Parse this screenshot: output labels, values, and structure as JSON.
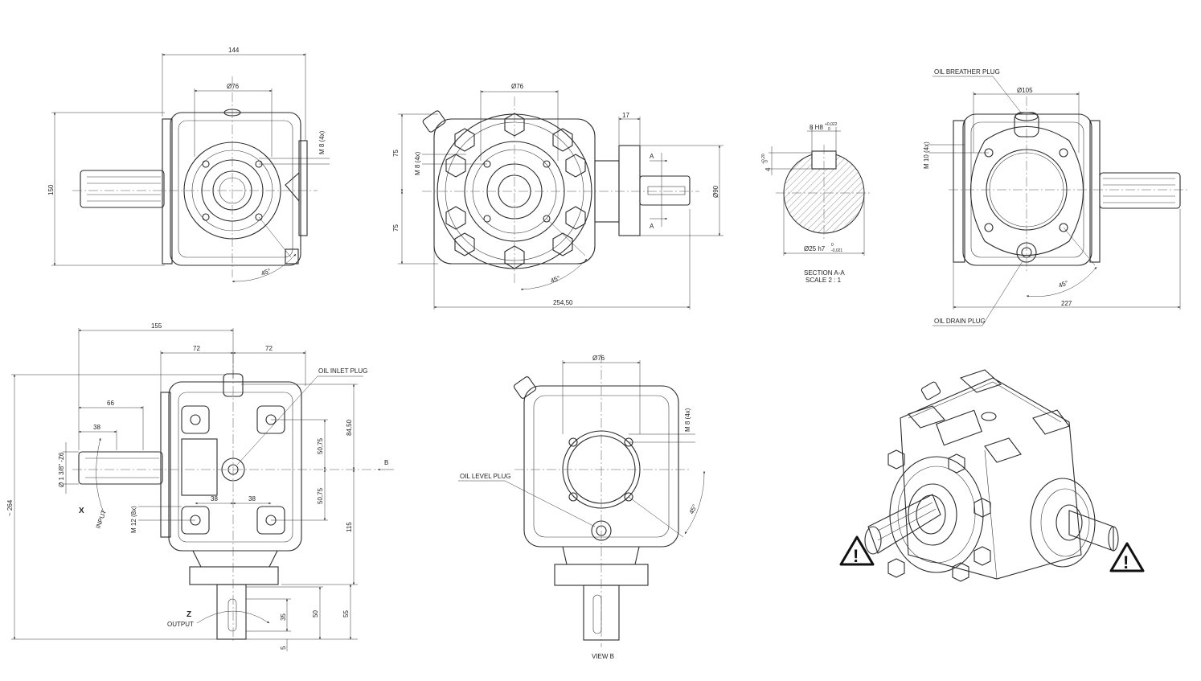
{
  "dimensions": {
    "front_width": "144",
    "front_bore": "Ø76",
    "front_height": "150",
    "front_thread": "M 8 (4x)",
    "front_angle": "45°",
    "side_bore": "Ø76",
    "side_thread": "M 8 (4x)",
    "side_upper": "75",
    "side_lower": "75",
    "side_shaft_len": "17",
    "side_flange_dia": "Ø90",
    "side_angle": "45°",
    "side_total": "254,50",
    "section_mark": "A",
    "key_width": "8 H8",
    "key_width_tol_upper": "+0,022",
    "key_width_tol_lower": "0",
    "key_depth": "4",
    "key_depth_tol_upper": "+0,20",
    "key_depth_tol_lower": "0",
    "shaft_dia": "Ø25 h7",
    "shaft_tol_upper": "0",
    "shaft_tol_lower": "-0,021",
    "rear_bore": "Ø105",
    "rear_thread": "M 10 (4x)",
    "rear_angle": "45°",
    "rear_total": "227",
    "top_155": "155",
    "top_72a": "72",
    "top_72b": "72",
    "top_66": "66",
    "top_38": "38",
    "top_spline": "Ø 1 3/8\" -Z6",
    "top_38a": "38",
    "top_38b": "38",
    "top_thread": "M 12 (8x)",
    "top_5075a": "50,75",
    "top_5075b": "50,75",
    "top_8450": "84,50",
    "top_115": "115",
    "top_264": "~ 264",
    "top_55": "55",
    "top_50": "50",
    "top_35": "35",
    "top_5": "5",
    "viewb_bore": "Ø76",
    "viewb_thread": "M 8 (4x)",
    "viewb_angle": "45°"
  },
  "labels": {
    "oil_breather_plug": "OIL BREATHER PLUG",
    "oil_drain_plug": "OIL DRAIN PLUG",
    "oil_inlet_plug": "OIL INLET PLUG",
    "oil_level_plug": "OIL LEVEL PLUG",
    "section_title": "SECTION A-A",
    "section_scale": "SCALE 2 : 1",
    "view_b": "VIEW B",
    "view_b_arrow": "B",
    "x_marker": "X",
    "input": "INPUT",
    "z_marker": "Z",
    "output": "OUTPUT",
    "warning_symbol": "!"
  },
  "icons": [
    "warning-icon",
    "warning-icon"
  ],
  "colors": {
    "line": "#2b2b2b",
    "background": "#ffffff"
  }
}
